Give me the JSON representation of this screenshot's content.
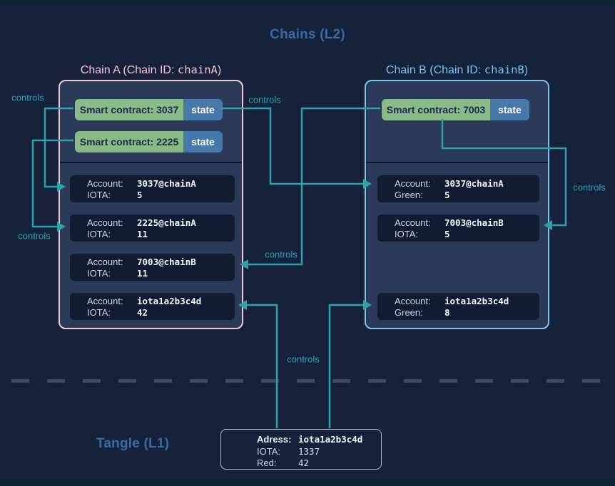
{
  "headers": {
    "l2": "Chains (L2)",
    "l1": "Tangle (L1)"
  },
  "labels": {
    "controls": "controls"
  },
  "chainA": {
    "title_prefix": "Chain A (Chain ID: ",
    "chain_id": "chainA",
    "title_suffix": ")",
    "contracts": [
      {
        "label": "Smart contract: 3037",
        "state": "state"
      },
      {
        "label": "Smart contract: 2225",
        "state": "state"
      }
    ],
    "accounts": [
      {
        "account_label": "Account:",
        "account": "3037@chainA",
        "token_label": "IOTA:",
        "amount": "5"
      },
      {
        "account_label": "Account:",
        "account": "2225@chainA",
        "token_label": "IOTA:",
        "amount": "11"
      },
      {
        "account_label": "Account:",
        "account": "7003@chainB",
        "token_label": "IOTA:",
        "amount": "11"
      },
      {
        "account_label": "Account:",
        "account": "iota1a2b3c4d",
        "token_label": "IOTA:",
        "amount": "42"
      }
    ]
  },
  "chainB": {
    "title_prefix": "Chain B (Chain ID: ",
    "chain_id": "chainB",
    "title_suffix": ")",
    "contracts": [
      {
        "label": "Smart contract: 7003",
        "state": "state"
      }
    ],
    "accounts": [
      {
        "account_label": "Account:",
        "account": "3037@chainA",
        "token_label": "Green:",
        "amount": "5"
      },
      {
        "account_label": "Account:",
        "account": "7003@chainB",
        "token_label": "IOTA:",
        "amount": "5"
      },
      {
        "account_label": "Account:",
        "account": "iota1a2b3c4d",
        "token_label": "Green:",
        "amount": "8"
      }
    ]
  },
  "tangle": {
    "rows": [
      {
        "label": "Adress:",
        "value": "iota1a2b3c4d"
      },
      {
        "label": "IOTA:",
        "value": "1337"
      },
      {
        "label": "Red:",
        "value": "42"
      }
    ]
  },
  "colors": {
    "background": "#16213c",
    "chain_fill": "#2a3a58",
    "account_fill": "#111c33",
    "divider": "#0c1628",
    "teal": "#2fa2a7",
    "pink": "#f5c6d3",
    "blue": "#7cc4f0",
    "green": "#8aba85",
    "state_blue": "#4579a9",
    "header_blue": "#3d6a9e",
    "dash": "#3b4866",
    "pill_text": "#1b2a4e",
    "label_text": "#c9d2e0",
    "value_text": "#f2f5fa",
    "l1_border": "#aeb9cd",
    "edge_strip": "#0d2631"
  }
}
